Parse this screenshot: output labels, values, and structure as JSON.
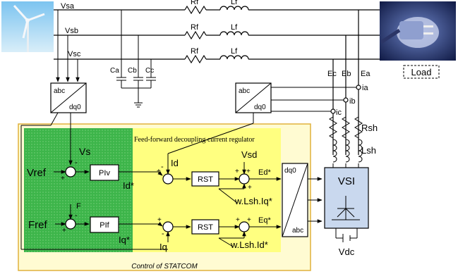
{
  "source": {
    "label_a": "Vsa",
    "label_b": "Vsb",
    "label_c": "Vsc"
  },
  "line": {
    "resistor": "Rf",
    "inductor": "Lf"
  },
  "capacitors": {
    "a": "Ca",
    "b": "Cb",
    "c": "Cc"
  },
  "load": {
    "label": "Load",
    "e_c": "Ec",
    "e_b": "Eb",
    "e_a": "Ea",
    "i_a": "ia",
    "i_b": "ib",
    "i_c": "ic"
  },
  "transforms": {
    "left": {
      "in": "abc",
      "out": "dq0"
    },
    "right": {
      "in": "abc",
      "out": "dq0"
    },
    "inverse": {
      "top": "dq0",
      "bottom": "abc"
    }
  },
  "shunt": {
    "resistor": "Rsh",
    "inductor": "Lsh"
  },
  "vsi": {
    "label": "VSI",
    "dc": "Vdc"
  },
  "control": {
    "caption": "Control of STATCOM",
    "regulator_title": "Feed-forward decoupling current regulator",
    "vs": "Vs",
    "vref": "Vref",
    "fref": "Fref",
    "f": "F",
    "piv": "PIv",
    "pif": "PIf",
    "rst": "RST",
    "id_ref": "Id*",
    "iq_ref": "Iq*",
    "id": "Id",
    "iq": "Iq",
    "vsd": "Vsd",
    "ed_ref": "Ed*",
    "eq_ref": "Eq*",
    "w_lsh_iq": "w.Lsh.Iq*",
    "w_lsh_id": "w.Lsh.Id*",
    "plus": "+",
    "minus": "-"
  },
  "colors": {
    "panel": "#FFFBD2",
    "panel_border": "#E0B13C",
    "pi_area": "#3DB54A",
    "regulator": "#FFFF80"
  }
}
